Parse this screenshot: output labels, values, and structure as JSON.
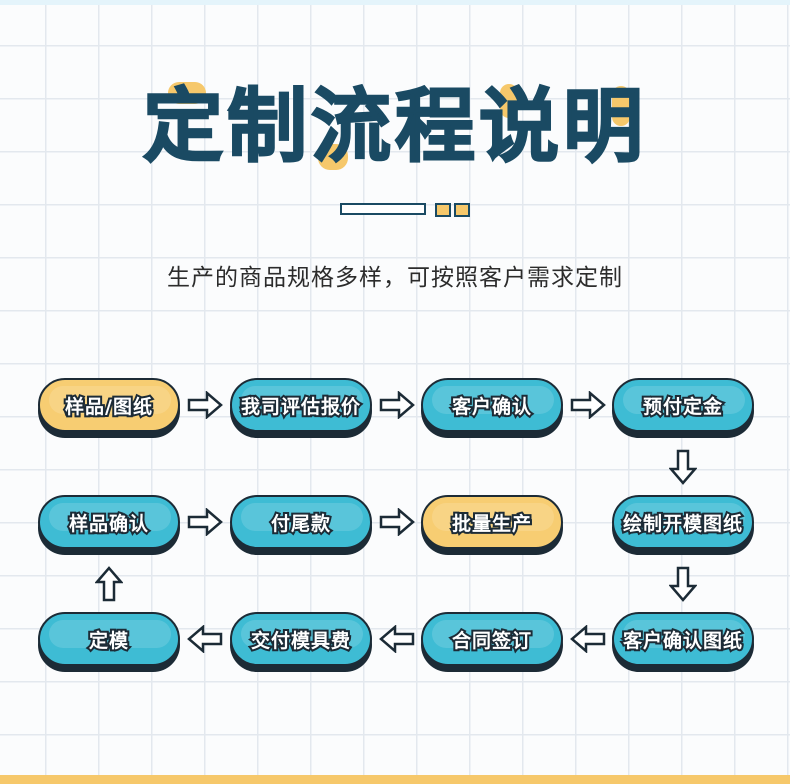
{
  "header": {
    "title": "定制流程说明",
    "subtitle": "生产的商品规格多样，可按照客户需求定制"
  },
  "colors": {
    "step_blue": "#3ebcd4",
    "step_yellow": "#f7cd72",
    "outline": "#1c2b36",
    "title": "#1a4a63",
    "accent": "#f6c86b"
  },
  "steps": [
    {
      "label": "样品/图纸",
      "color": "yellow"
    },
    {
      "label": "我司评估报价",
      "color": "blue"
    },
    {
      "label": "客户确认",
      "color": "blue"
    },
    {
      "label": "预付定金",
      "color": "blue"
    },
    {
      "label": "绘制开模图纸",
      "color": "blue"
    },
    {
      "label": "客户确认图纸",
      "color": "blue"
    },
    {
      "label": "合同签订",
      "color": "blue"
    },
    {
      "label": "交付模具费",
      "color": "blue"
    },
    {
      "label": "定模",
      "color": "blue"
    },
    {
      "label": "样品确认",
      "color": "blue"
    },
    {
      "label": "付尾款",
      "color": "blue"
    },
    {
      "label": "批量生产",
      "color": "yellow"
    }
  ],
  "flow_arrows": [
    {
      "from": 0,
      "to": 1,
      "direction": "right"
    },
    {
      "from": 1,
      "to": 2,
      "direction": "right"
    },
    {
      "from": 2,
      "to": 3,
      "direction": "right"
    },
    {
      "from": 3,
      "to": 4,
      "direction": "down"
    },
    {
      "from": 4,
      "to": 5,
      "direction": "down"
    },
    {
      "from": 5,
      "to": 6,
      "direction": "left"
    },
    {
      "from": 6,
      "to": 7,
      "direction": "left"
    },
    {
      "from": 7,
      "to": 8,
      "direction": "left"
    },
    {
      "from": 8,
      "to": 9,
      "direction": "up"
    },
    {
      "from": 9,
      "to": 10,
      "direction": "right"
    },
    {
      "from": 10,
      "to": 11,
      "direction": "right"
    }
  ]
}
